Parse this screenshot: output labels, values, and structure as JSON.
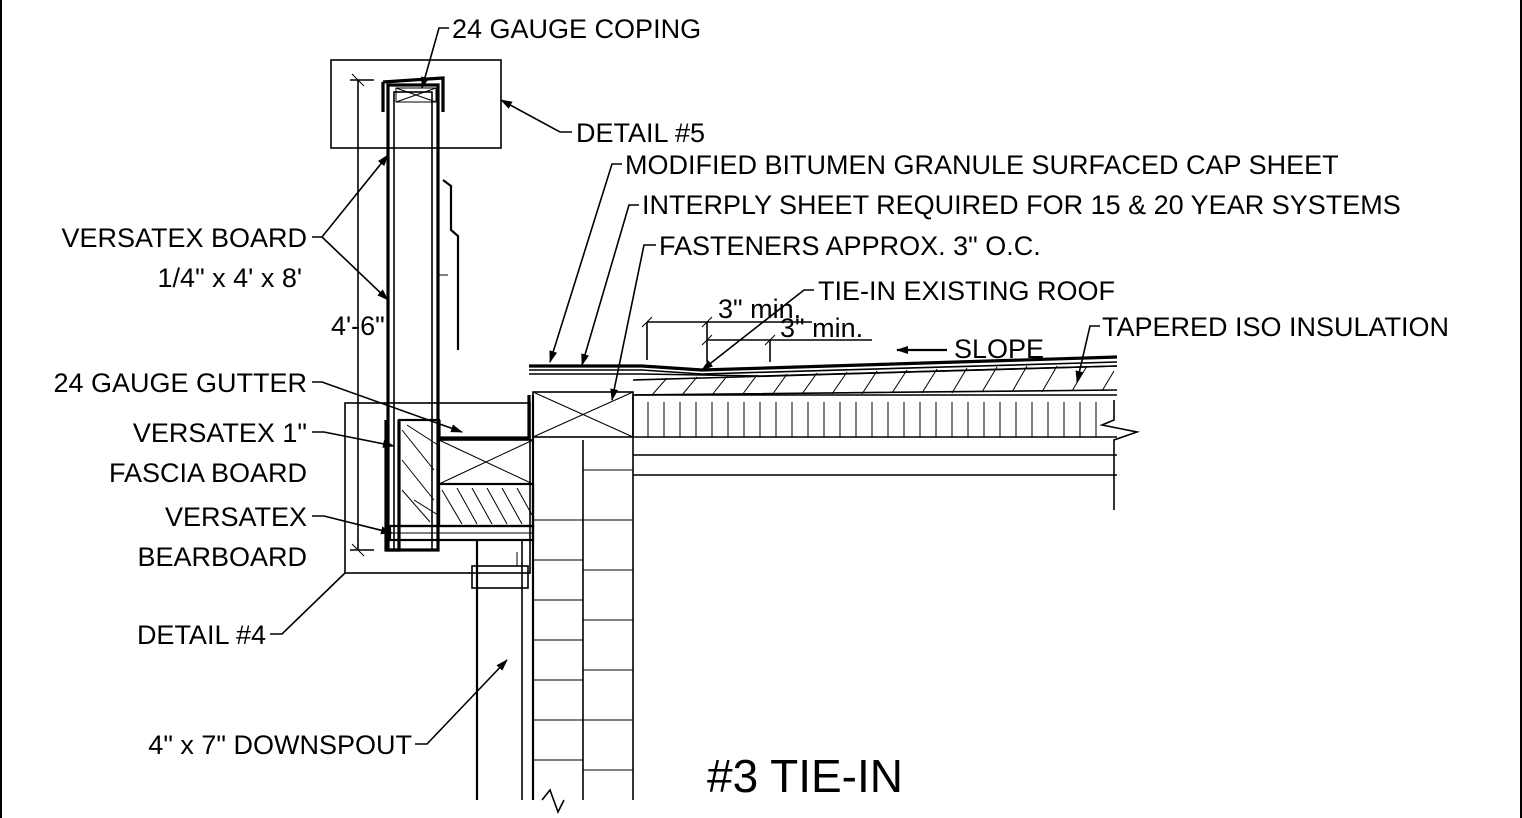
{
  "title": "#3  TIE-IN",
  "labels": {
    "coping": "24 GAUGE COPING",
    "detail5": "DETAIL #5",
    "cap_sheet": "MODIFIED BITUMEN GRANULE SURFACED CAP SHEET",
    "interply": "INTERPLY SHEET REQUIRED FOR 15 & 20 YEAR SYSTEMS",
    "fasteners": "FASTENERS APPROX. 3\" O.C.",
    "tie_in": "TIE-IN EXISTING ROOF",
    "min1": "3\" min.",
    "min2": "3\" min.",
    "slope": "SLOPE",
    "iso": "TAPERED ISO INSULATION",
    "versatex_board_1": "VERSATEX BOARD",
    "versatex_board_2": "1/4\" x 4' x 8'",
    "height_dim": "4'-6\"",
    "gutter": "24 GAUGE GUTTER",
    "fascia_1": "VERSATEX 1\"",
    "fascia_2": "FASCIA BOARD",
    "bearboard_1": "VERSATEX",
    "bearboard_2": "BEARBOARD",
    "detail4": "DETAIL #4",
    "downspout": "4\" x 7\" DOWNSPOUT"
  }
}
